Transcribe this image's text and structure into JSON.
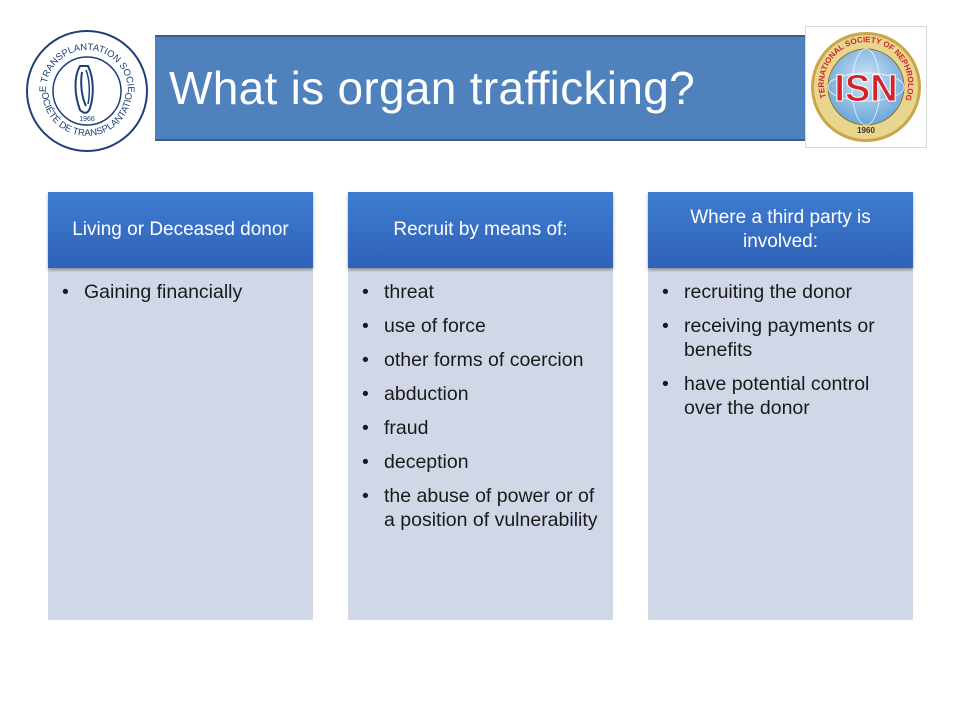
{
  "title": "What is organ trafficking?",
  "logos": {
    "left": {
      "ring_top": "THE TRANSPLANTATION SOCIETY",
      "ring_bottom": "SOCIÉTÉ DE TRANSPLANTATION",
      "year": "1966"
    },
    "right": {
      "ring_text": "INTERNATIONAL SOCIETY OF NEPHROLOGY",
      "initials": "ISN",
      "year": "1960"
    }
  },
  "columns": [
    {
      "heading": "Living or Deceased donor",
      "items": [
        "Gaining financially"
      ]
    },
    {
      "heading": "Recruit by means of:",
      "items": [
        "threat",
        "use of force",
        "other forms of coercion",
        "abduction",
        "fraud",
        "deception",
        "the abuse of power or of a position of vulnerability"
      ]
    },
    {
      "heading": "Where a third party is involved:",
      "items": [
        "recruiting the donor",
        "receiving payments or benefits",
        "have potential control over the donor"
      ]
    }
  ],
  "colors": {
    "banner": "#4f81bd",
    "header": "#3a72c8",
    "panel": "#d0d8e8",
    "isn_red": "#d2232a",
    "isn_globe": "#6aa7d8"
  }
}
